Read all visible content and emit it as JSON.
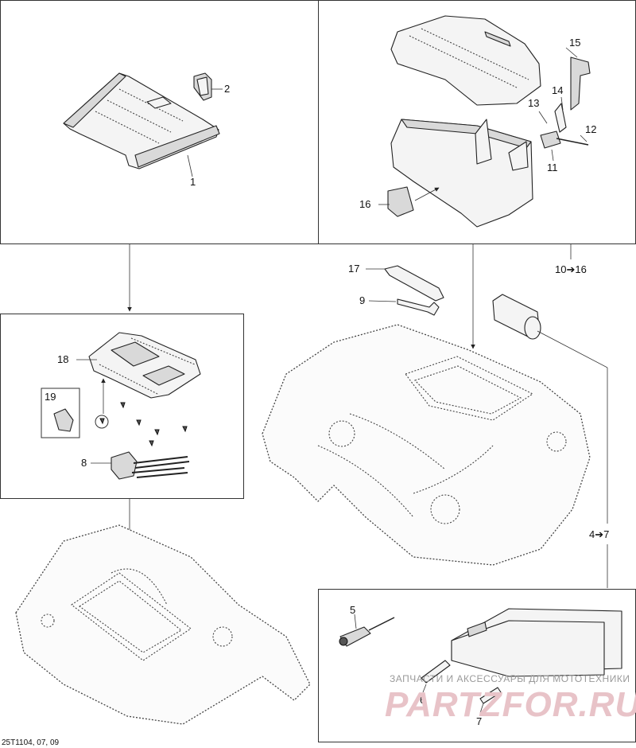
{
  "labels": {
    "p1": "1",
    "p2": "2",
    "p5": "5",
    "p6": "6",
    "p7": "7",
    "p8": "8",
    "p9": "9",
    "p11": "11",
    "p12": "12",
    "p13": "13",
    "p14": "14",
    "p15": "15",
    "p16": "16",
    "p17": "17",
    "p18": "18",
    "p19": "19",
    "range_10_16": "10➔16",
    "range_4_7": "4➔7"
  },
  "reference": "25T1104, 07, 09",
  "watermark": {
    "line1": "ЗАПЧАСТИ И АКСЕССУАРЫ ДЛЯ МОТОТЕХНИКИ",
    "line2": "PARTZFOR.RU"
  }
}
